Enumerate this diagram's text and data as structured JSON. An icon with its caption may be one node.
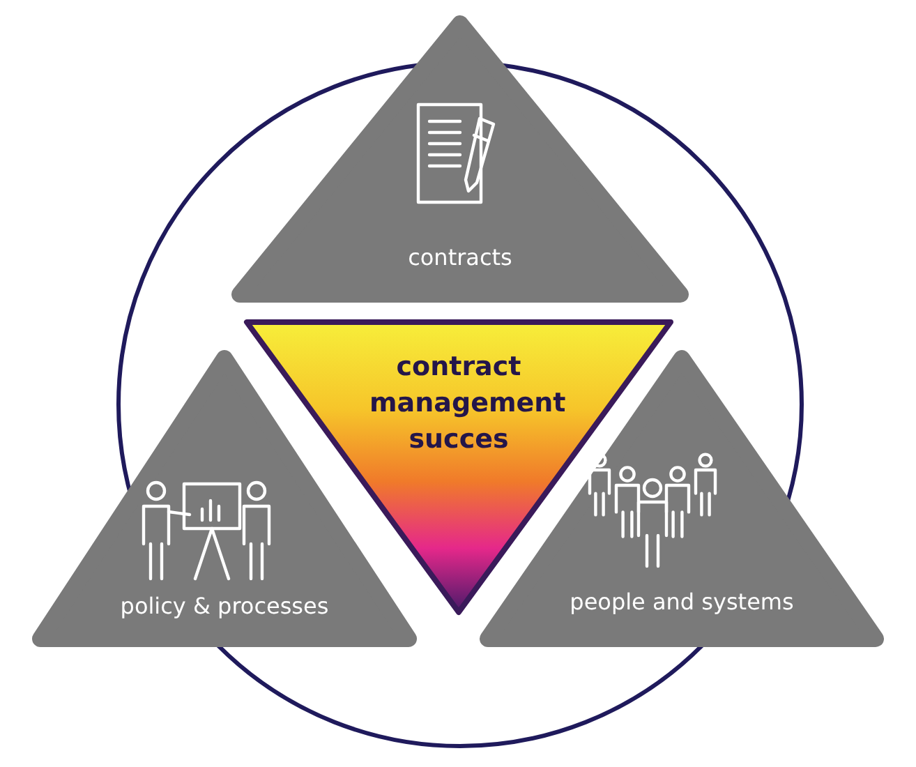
{
  "diagram": {
    "nodes": [
      {
        "text": [
          "contracts"
        ]
      },
      {
        "text": [
          "contract management succes"
        ]
      },
      {
        "text": [
          "policy & processes"
        ]
      },
      {
        "text": [
          "people and systems"
        ]
      }
    ]
  }
}
